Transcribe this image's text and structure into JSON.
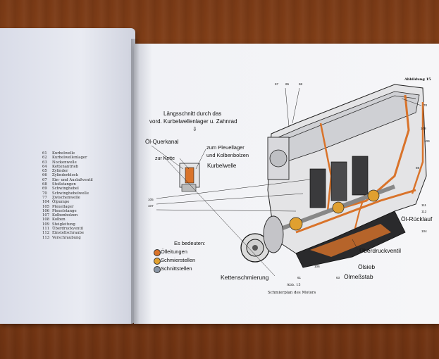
{
  "legend_left": [
    {
      "no": "61",
      "text": "Kurbelwelle"
    },
    {
      "no": "62",
      "text": "Kurbelwellenlager"
    },
    {
      "no": "63",
      "text": "Nockenwelle"
    },
    {
      "no": "64",
      "text": "Kettenantrieb"
    },
    {
      "no": "65",
      "text": "Zylinder"
    },
    {
      "no": "66",
      "text": "Zylinderblock"
    },
    {
      "no": "67",
      "text": "Ein- und Auslaßventil"
    },
    {
      "no": "68",
      "text": "Stoßstangen"
    },
    {
      "no": "69",
      "text": "Schwinghebel"
    },
    {
      "no": "70",
      "text": "Schwinghebelwelle"
    },
    {
      "no": "77",
      "text": "Zwischenwelle"
    },
    {
      "no": "104",
      "text": "Ölpumpe"
    },
    {
      "no": "105",
      "text": "Pleuellager"
    },
    {
      "no": "106",
      "text": "Pleuelstange"
    },
    {
      "no": "107",
      "text": "Kolbenbolzen"
    },
    {
      "no": "108",
      "text": "Kolben"
    },
    {
      "no": "109",
      "text": "Steigleitung"
    },
    {
      "no": "111",
      "text": "Überdruckventil"
    },
    {
      "no": "112",
      "text": "Einstellschraube"
    },
    {
      "no": "113",
      "text": "Verschraubung"
    }
  ],
  "figure_label": "Abbildung 15",
  "diagram": {
    "title_line1": "Längsschnitt durch das",
    "title_line2": "vord. Kurbelwellenlager u. Zahnrad",
    "arrow": "⇩",
    "oil_channel": "Öl-Querkanal",
    "to_chain": "zur Kette",
    "to_pin_line1": "zum Pleuellager",
    "to_pin_line2": "und Kolbenbolzen",
    "crankshaft": "Kurbelwelle",
    "legend_title": "Es bedeuten:",
    "legend": [
      {
        "label": "Ölleitungen",
        "color": "#d9732a"
      },
      {
        "label": "Schmierstellen",
        "color": "#e0a030"
      },
      {
        "label": "Schnittstellen",
        "color": "#8a96a6"
      }
    ],
    "chain_lube": "Kettenschmierung",
    "oil_return": "Öl-Rücklauf",
    "overpressure_valve": "Überdruckventil",
    "oil_sieve": "Ölsieb",
    "dipstick": "Ölmeßstab",
    "abb_no": "Abb. 15",
    "caption": "Schmierplan des Motors",
    "callouts": [
      "67",
      "65",
      "68",
      "70",
      "108",
      "109",
      "105",
      "107",
      "111",
      "112",
      "104",
      "61",
      "63",
      "106",
      "69"
    ]
  }
}
